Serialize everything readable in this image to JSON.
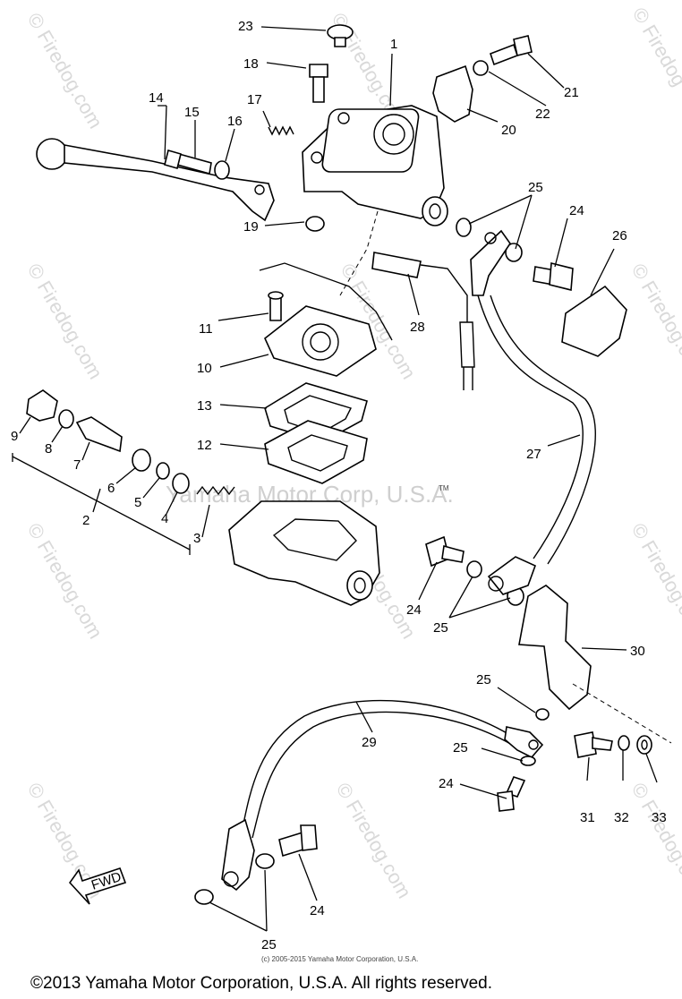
{
  "watermarks": {
    "corner": "© Firedog",
    "side": "© Firedog.com",
    "center": "Yamaha Motor Corp, U.S.A.",
    "center_tm": "TM"
  },
  "labels": {
    "p1": "1",
    "p2": "2",
    "p3": "3",
    "p4": "4",
    "p5": "5",
    "p6": "6",
    "p7": "7",
    "p8": "8",
    "p9": "9",
    "p10": "10",
    "p11": "11",
    "p12": "12",
    "p13": "13",
    "p14": "14",
    "p15": "15",
    "p16": "16",
    "p17": "17",
    "p18": "18",
    "p19": "19",
    "p20": "20",
    "p21": "21",
    "p22": "22",
    "p23": "23",
    "p24": "24",
    "p25": "25",
    "p26": "26",
    "p27": "27",
    "p28": "28",
    "p29": "29",
    "p30": "30",
    "p31": "31",
    "p32": "32",
    "p33": "33",
    "fwd": "FWD"
  },
  "footer": {
    "small_copyright": "(c) 2005-2015 Yamaha Motor Corporation, U.S.A.",
    "copyright": "©2013 Yamaha Motor Corporation, U.S.A. All rights reserved."
  }
}
